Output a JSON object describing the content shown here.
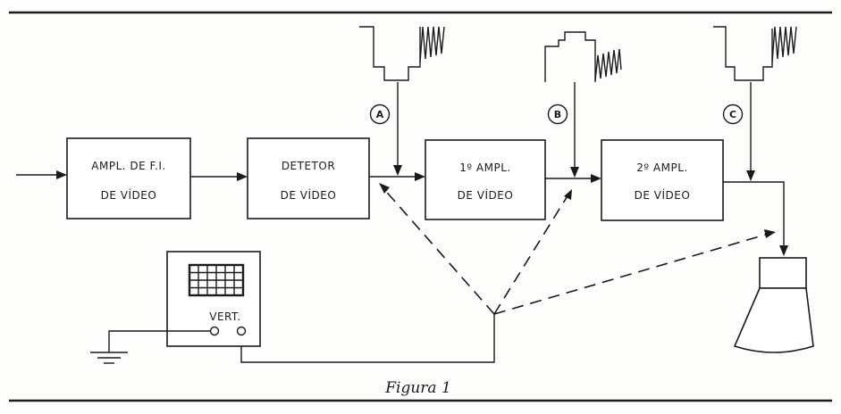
{
  "blocks": {
    "fi_amp": {
      "line1": "AMPL. DE F.I.",
      "line2": "DE VÍDEO"
    },
    "detector": {
      "line1": "DETETOR",
      "line2": "DE VÍDEO"
    },
    "amp1": {
      "line1": "1º AMPL.",
      "line2": "DE VÍDEO"
    },
    "amp2": {
      "line1": "2º AMPL.",
      "line2": "DE VÍDEO"
    }
  },
  "points": {
    "a": "A",
    "b": "B",
    "c": "C"
  },
  "oscilloscope": {
    "input_label": "VERT."
  },
  "caption": "Figura 1"
}
